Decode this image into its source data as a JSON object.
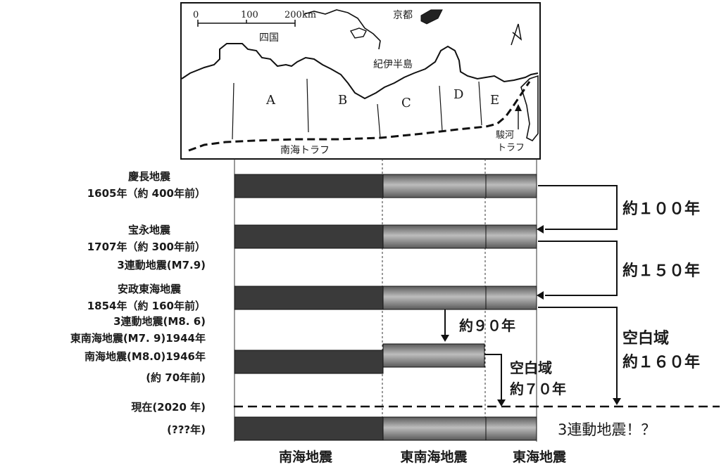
{
  "map": {
    "scale_zero": "0",
    "scale_100": "100",
    "scale_200": "200km",
    "shikoku": "四国",
    "kyoto": "京都",
    "kii_peninsula": "紀伊半島",
    "nankai_trough": "南海トラフ",
    "suruga_trough_line1": "駿河",
    "suruga_trough_line2": "トラフ",
    "segments": [
      "A",
      "B",
      "C",
      "D",
      "E"
    ]
  },
  "events": [
    {
      "lines": [
        "慶長地震",
        "1605年（約 400年前）"
      ]
    },
    {
      "lines": [
        "宝永地震",
        "1707年（約 300年前）",
        "3連動地震(M7.9)"
      ]
    },
    {
      "lines": [
        "安政東海地震",
        "1854年（約 160年前）",
        "3連動地震(M8. 6)"
      ]
    },
    {
      "lines": [
        "東南海地震(M7. 9)1944年",
        "南海地震(M8.0)1946年",
        "(約 70年前)"
      ]
    }
  ],
  "present_label": "現在(2020 年)",
  "future_label": "(???年)",
  "intervals": {
    "i100": "約１００年",
    "i150": "約１５０年",
    "i90": "約９０年",
    "gap70_line1": "空白域",
    "gap70_line2": "約７０年",
    "gap160_line1": "空白域",
    "gap160_line2": "約１６０年"
  },
  "forecast": "3連動地震！？",
  "zones": [
    "南海地震",
    "東南海地震",
    "東海地震"
  ]
}
